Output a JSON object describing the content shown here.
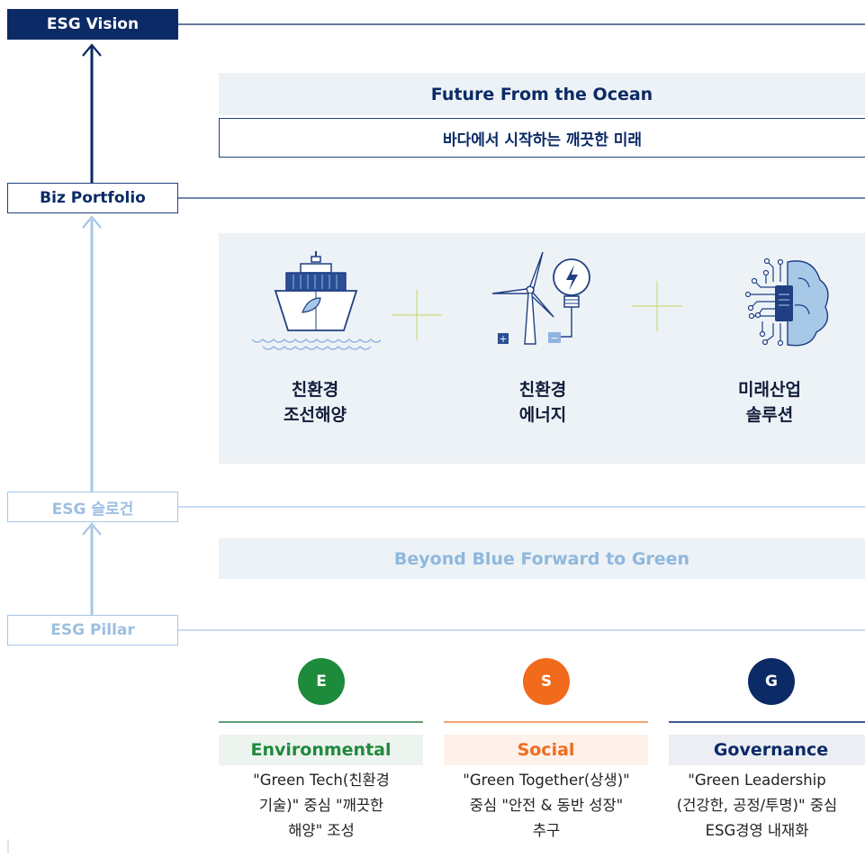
{
  "levels": {
    "vision": "ESG Vision",
    "portfolio": "Biz Portfolio",
    "slogan": "ESG 슬로건",
    "pillar": "ESG Pillar"
  },
  "vision": {
    "title": "Future From the Ocean",
    "subtitle": "바다에서 시작하는 깨끗한 미래"
  },
  "portfolio": {
    "items": [
      {
        "line1": "친환경",
        "line2": "조선해양",
        "icon": "eco-ship-icon"
      },
      {
        "line1": "친환경",
        "line2": "에너지",
        "icon": "wind-energy-icon"
      },
      {
        "line1": "미래산업",
        "line2": "솔루션",
        "icon": "ai-brain-icon"
      }
    ]
  },
  "slogan": {
    "text": "Beyond Blue Forward to Green"
  },
  "pillars": [
    {
      "letter": "E",
      "name": "Environmental",
      "color": "#1e8a3c",
      "desc": "\"Green Tech(친환경\n기술)\" 중심 \"깨끗한\n해양\" 조성"
    },
    {
      "letter": "S",
      "name": "Social",
      "color": "#f26a1b",
      "desc": "\"Green Together(상생)\"\n중심 \"안전 & 동반 성장\"\n추구"
    },
    {
      "letter": "G",
      "name": "Governance",
      "color": "#0b2a66",
      "desc": "\"Green Leadership\n(건강한, 공정/투명)\" 중심\nESG경영 내재화"
    }
  ],
  "colors": {
    "navy": "#0b2a66",
    "light_blue": "#a7c7e6",
    "panel_bg": "#edf2f6"
  }
}
